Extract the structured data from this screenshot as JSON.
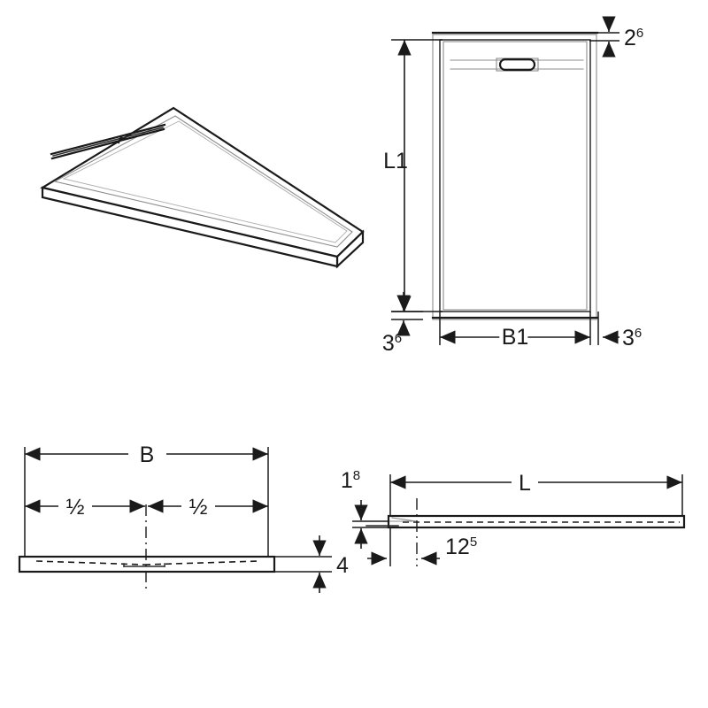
{
  "drawing": {
    "title": "Shower tray technical drawing",
    "description": "Rectangular linear-drain shower tray shown in isometric, plan and two section views with dimension callouts",
    "units": "mm",
    "line_color": "#1a1a1a",
    "thin_line_color": "#8d8d8d",
    "background": "#ffffff"
  },
  "views": {
    "isometric": {
      "name": "isometric-view",
      "label": ""
    },
    "plan": {
      "name": "plan-view",
      "label": ""
    },
    "front_section": {
      "name": "front-section-view",
      "label": ""
    },
    "side_section": {
      "name": "side-section-view",
      "label": ""
    }
  },
  "dimensions": {
    "plan_height": {
      "value": "L1",
      "sup": ""
    },
    "plan_width": {
      "value": "B1",
      "sup": ""
    },
    "plan_top_gap": {
      "value": "2",
      "sup": "6"
    },
    "plan_bottom_gap": {
      "value": "3",
      "sup": "6"
    },
    "plan_right_gap": {
      "value": "3",
      "sup": "6"
    },
    "front_width": {
      "value": "B",
      "sup": ""
    },
    "front_half_left": {
      "value": "½",
      "sup": ""
    },
    "front_half_right": {
      "value": "½",
      "sup": ""
    },
    "front_thickness": {
      "value": "4",
      "sup": ""
    },
    "side_length": {
      "value": "L",
      "sup": ""
    },
    "side_thickness": {
      "value": "1",
      "sup": "8"
    },
    "side_offset": {
      "value": "12",
      "sup": "5"
    }
  },
  "features": {
    "drain_grate": "drain-grate",
    "drain_channel": "drain-channel"
  }
}
